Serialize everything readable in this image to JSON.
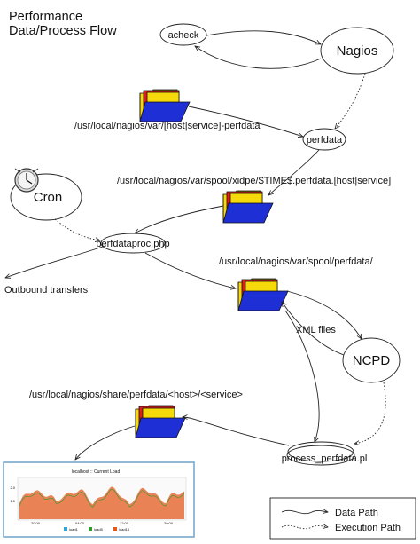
{
  "title": {
    "line1": "Performance",
    "line2": "Data/Process Flow"
  },
  "nodes": {
    "acheck": "acheck",
    "nagios": "Nagios",
    "perfdata": "perfdata",
    "cron": "Cron",
    "perfdataproc": "perfdataproc.php",
    "ncpd": "NCPD",
    "process_perfdata": "process_perfdata.pl"
  },
  "paths": {
    "perfdata_file": "/usr/local/nagios/var/[host|service]-perfdata",
    "spool_xidpe": "/usr/local/nagios/var/spool/xidpe/$TIME$.perfdata.[host|service]",
    "spool_perfdata": "/usr/local/nagios/var/spool/perfdata/",
    "share_perfdata": "/usr/local/nagios/share/perfdata/<host>/<service>"
  },
  "labels": {
    "outbound": "Outbound transfers",
    "xml_files": "XML files"
  },
  "legend": {
    "data_path": "Data Path",
    "execution_path": "Execution Path"
  },
  "graph": {
    "title": "localhost :: Current Load",
    "y_tick_upper": "2.0",
    "y_tick_lower": "1.0",
    "x_ticks": [
      "20:00",
      "04:00",
      "12:00",
      "20:00"
    ],
    "legend": [
      "load1",
      "load5",
      "load15"
    ],
    "colors": {
      "load1": "#2aa6d8",
      "load5": "#2e9a2e",
      "load15": "#e35a1c"
    }
  },
  "colors": {
    "folder_blue": "#1f2fd6",
    "folder_red": "#e21b1b",
    "folder_yellow": "#f6d90b",
    "graph_border": "#6fa3c9"
  }
}
